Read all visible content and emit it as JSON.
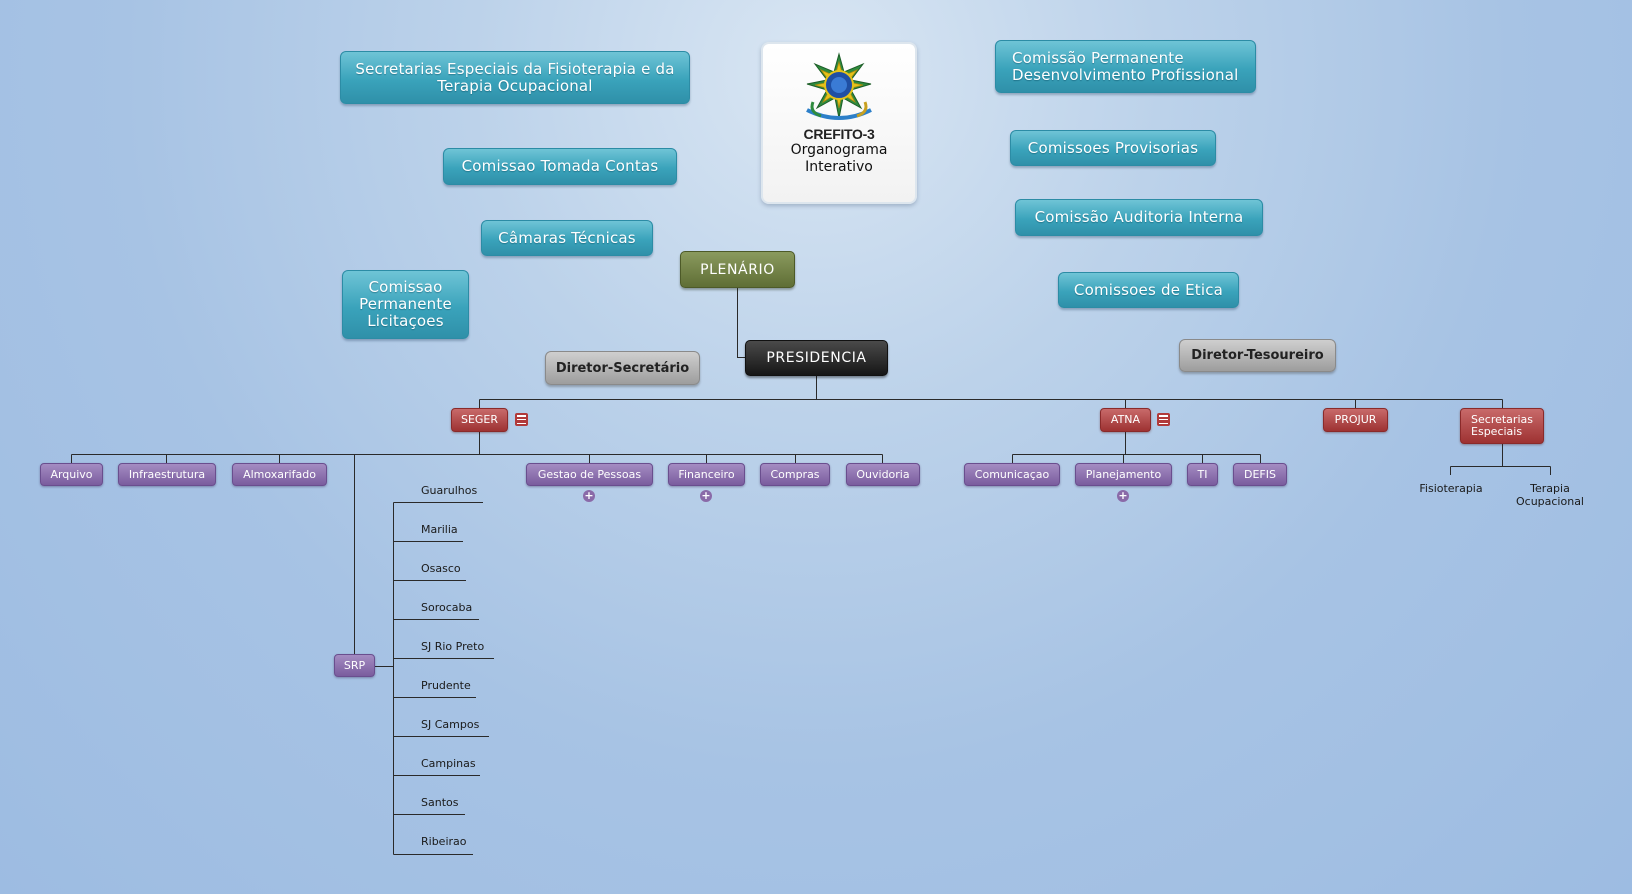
{
  "logo": {
    "name": "CREFITO-3",
    "subtitle_line1": "Organograma",
    "subtitle_line2": "Interativo"
  },
  "commissions_left": {
    "secretarias_especiais": [
      "Secretarias Especiais da Fisioterapia e da",
      "Terapia Ocupacional"
    ],
    "tomada_contas": "Comissao Tomada Contas",
    "camaras_tecnicas": "Câmaras Técnicas",
    "licitacoes": [
      "Comissao",
      "Permanente",
      "Licitaçoes"
    ]
  },
  "commissions_right": {
    "desenvolvimento": [
      "Comissão Permanente",
      "Desenvolvimento Profissional"
    ],
    "provisorias": "Comissoes Provisorias",
    "auditoria": "Comissão Auditoria Interna",
    "etica": "Comissoes de Etica"
  },
  "hierarchy": {
    "plenario": "PLENÁRIO",
    "presidencia": "PRESIDENCIA",
    "diretor_secretario": "Diretor-Secretário",
    "diretor_tesoureiro": "Diretor-Tesoureiro"
  },
  "departments": {
    "seger": "SEGER",
    "atna": "ATNA",
    "projur": "PROJUR",
    "secretarias": [
      "Secretarias",
      "Especiais"
    ]
  },
  "seger_children": {
    "arquivo": "Arquivo",
    "infraestrutura": "Infraestrutura",
    "almoxarifado": "Almoxarifado",
    "srp": "SRP",
    "gestao_pessoas": "Gestao de Pessoas",
    "financeiro": "Financeiro",
    "compras": "Compras",
    "ouvidoria": "Ouvidoria"
  },
  "srp_units": [
    "Guarulhos",
    "Marilia",
    "Osasco",
    "Sorocaba",
    "SJ Rio Preto",
    "Prudente",
    "SJ Campos",
    "Campinas",
    "Santos",
    "Ribeirao"
  ],
  "atna_children": {
    "comunicacao": "Comunicaçao",
    "planejamento": "Planejamento",
    "ti": "TI",
    "defis": "DEFIS"
  },
  "secretarias_children": {
    "fisioterapia": "Fisioterapia",
    "terapia": [
      "Terapia",
      "Ocupacional"
    ]
  },
  "colors": {
    "teal": "#3aa3bb",
    "plenario": "#6b7a3e",
    "presidencia": "#1e1e1e",
    "director": "#aaaaaa",
    "department": "#a83a3a",
    "unit": "#8466a8",
    "connector": "#2a2a2a"
  }
}
